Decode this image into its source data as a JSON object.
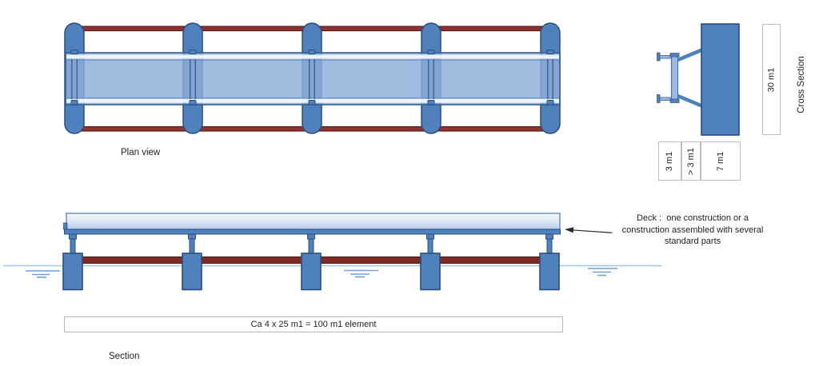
{
  "colors": {
    "structure_blue": "#4f81bd",
    "structure_blue_dark": "#2b4d7e",
    "deck_light_blue": "#8fafd9",
    "deck_gradient_top": "#f6fafd",
    "deck_gradient_bottom": "#b6cce9",
    "rail_red": "#8e3330",
    "rail_red_dark": "#5a1f1e",
    "water_blue": "#a5c6e8",
    "water_symbol_blue": "#6f9fd8",
    "box_border_gray": "#bfbfbf",
    "text_color": "#1f1f1f"
  },
  "plan_view": {
    "caption": "Plan view",
    "pontoon_count": 5
  },
  "cross_section": {
    "caption": "Cross Section",
    "deck_length_label": "30 m1",
    "dim_labels": [
      "3 m1",
      "> 3 m1",
      "7 m1"
    ]
  },
  "section": {
    "caption": "Section",
    "element_length_label": "Ca 4 x 25 m1 = 100 m1 element",
    "deck_note": [
      "Deck :  one construction or a",
      "construction assembled with several",
      "standard parts"
    ]
  }
}
